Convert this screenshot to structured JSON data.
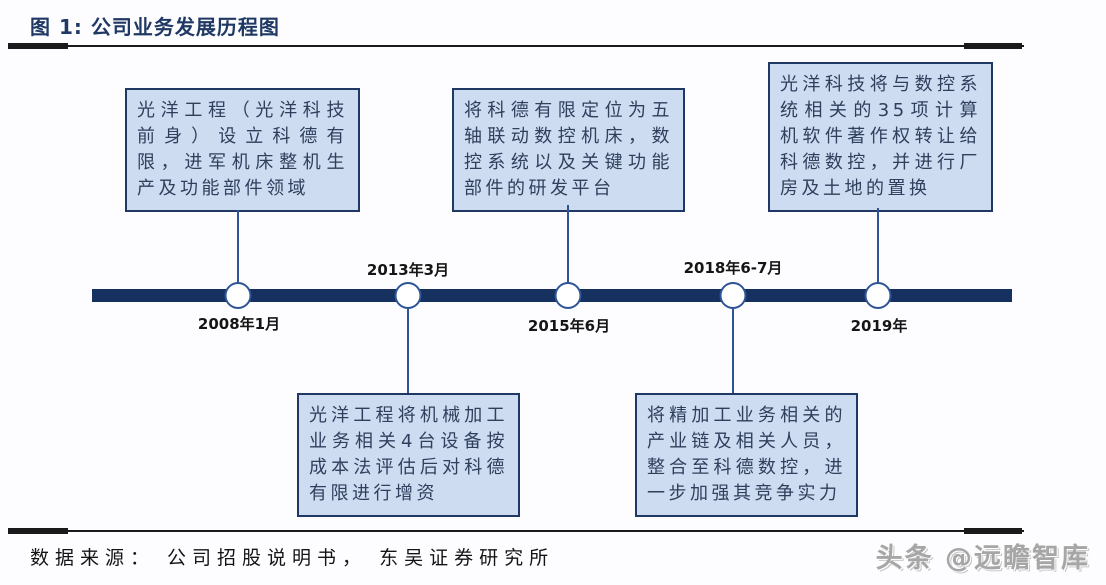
{
  "page": {
    "title": "图 1:  公司业务发展历程图",
    "source": "数据来源： 公司招股说明书， 东吴证券研究所",
    "watermark": "头条 @远瞻智库"
  },
  "timeline": {
    "events": [
      {
        "date": "2008年1月",
        "box": "above",
        "desc": "光洋工程（光洋科技前身）设立科德有限，进军机床整机生产及功能部件领域"
      },
      {
        "date": "2013年3月",
        "box": "below",
        "desc": "光洋工程将机械加工业务相关4台设备按成本法评估后对科德有限进行增资"
      },
      {
        "date": "2015年6月",
        "box": "above",
        "desc": "将科德有限定位为五轴联动数控机床，数控系统以及关键功能部件的研发平台"
      },
      {
        "date": "2018年6-7月",
        "box": "below",
        "desc": "将精加工业务相关的产业链及相关人员，整合至科德数控，进一步加强其竞争实力"
      },
      {
        "date": "2019年",
        "box": "above",
        "desc": "光洋科技将与数控系统相关的35项计算机软件著作权转让给科德数控，并进行厂房及土地的置换"
      }
    ]
  },
  "colors": {
    "title_navy": "#1f3864",
    "bar_navy": "#16305f",
    "node_border": "#2e5496",
    "box_fill": "#cddcf0",
    "box_border": "#1f3864",
    "divider_black": "#1a1a1a",
    "watermark_gray": "#a6a6a6"
  }
}
